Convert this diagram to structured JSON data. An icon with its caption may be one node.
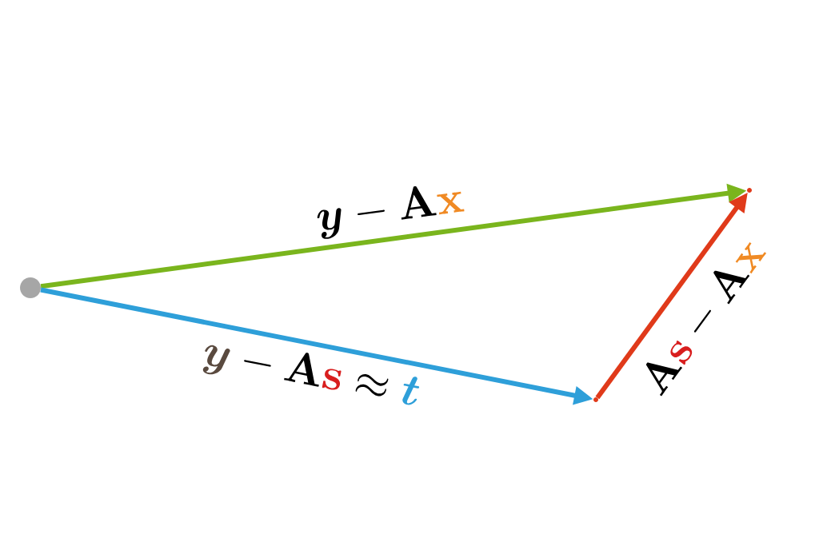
{
  "diagram": {
    "nodes": [
      {
        "text": [],
        "shape": "circle"
      },
      {
        "text": [],
        "shape": "point"
      },
      {
        "text": [],
        "shape": "point"
      }
    ],
    "edges": [
      {
        "from": 0,
        "to": 2,
        "arrow": "to",
        "color": "#7ab51d",
        "label": "\\boldsymbol{y}-\\mathbf{A}\\textcolor[HTML]{F08A24}{\\mathbf{x}}"
      },
      {
        "from": 0,
        "to": 1,
        "arrow": "to",
        "color": "#2e9fd9",
        "label": "\\textcolor[HTML]{5A4A3F}{\\boldsymbol{y}}-\\mathbf{A}\\textcolor[HTML]{D81E1E}{\\mathbf{s}}\\approx\\textcolor[HTML]{2E9FD9}{\\boldsymbol{t}}"
      },
      {
        "from": 1,
        "to": 2,
        "arrow": "to",
        "color": "#e03a1a",
        "label": "\\mathbf{A}\\textcolor[HTML]{D81E1E}{\\mathbf{s}}-\\mathbf{A}\\textcolor[HTML]{F08A24}{\\mathbf{x}}"
      }
    ]
  }
}
